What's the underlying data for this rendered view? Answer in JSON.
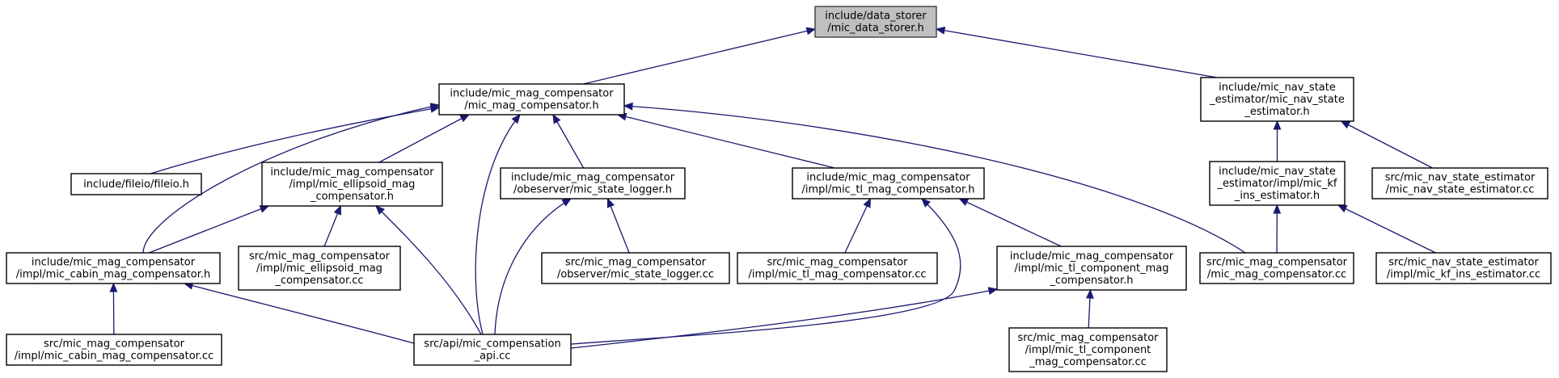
{
  "graph": {
    "nodes": [
      {
        "id": "data_storer_h",
        "lines": [
          "include/data_storer",
          "/mic_data_storer.h"
        ],
        "root": true
      },
      {
        "id": "mag_comp_h",
        "lines": [
          "include/mic_mag_compensator",
          "/mic_mag_compensator.h"
        ]
      },
      {
        "id": "nav_est_h",
        "lines": [
          "include/mic_nav_state",
          "_estimator/mic_nav_state",
          "_estimator.h"
        ]
      },
      {
        "id": "fileio_h",
        "lines": [
          "include/fileio/fileio.h"
        ]
      },
      {
        "id": "ellipsoid_h",
        "lines": [
          "include/mic_mag_compensator",
          "/impl/mic_ellipsoid_mag",
          "_compensator.h"
        ]
      },
      {
        "id": "state_logger_h",
        "lines": [
          "include/mic_mag_compensator",
          "/obeserver/mic_state_logger.h"
        ]
      },
      {
        "id": "tl_mag_h",
        "lines": [
          "include/mic_mag_compensator",
          "/impl/mic_tl_mag_compensator.h"
        ]
      },
      {
        "id": "kf_ins_h",
        "lines": [
          "include/mic_nav_state",
          "_estimator/impl/mic_kf",
          "_ins_estimator.h"
        ]
      },
      {
        "id": "nav_est_cc",
        "lines": [
          "src/mic_nav_state_estimator",
          "/mic_nav_state_estimator.cc"
        ]
      },
      {
        "id": "cabin_h",
        "lines": [
          "include/mic_mag_compensator",
          "/impl/mic_cabin_mag_compensator.h"
        ]
      },
      {
        "id": "ellipsoid_cc",
        "lines": [
          "src/mic_mag_compensator",
          "/impl/mic_ellipsoid_mag",
          "_compensator.cc"
        ]
      },
      {
        "id": "state_logger_cc",
        "lines": [
          "src/mic_mag_compensator",
          "/observer/mic_state_logger.cc"
        ]
      },
      {
        "id": "tl_mag_cc",
        "lines": [
          "src/mic_mag_compensator",
          "/impl/mic_tl_mag_compensator.cc"
        ]
      },
      {
        "id": "tl_comp_h",
        "lines": [
          "include/mic_mag_compensator",
          "/impl/mic_tl_component_mag",
          "_compensator.h"
        ]
      },
      {
        "id": "mag_comp_cc",
        "lines": [
          "src/mic_mag_compensator",
          "/mic_mag_compensator.cc"
        ]
      },
      {
        "id": "kf_ins_cc",
        "lines": [
          "src/mic_nav_state_estimator",
          "/impl/mic_kf_ins_estimator.cc"
        ]
      },
      {
        "id": "cabin_cc",
        "lines": [
          "src/mic_mag_compensator",
          "/impl/mic_cabin_mag_compensator.cc"
        ]
      },
      {
        "id": "api_cc",
        "lines": [
          "src/api/mic_compensation",
          "_api.cc"
        ]
      },
      {
        "id": "tl_comp_cc",
        "lines": [
          "src/mic_mag_compensator",
          "/impl/mic_tl_component",
          "_mag_compensator.cc"
        ]
      }
    ],
    "edges": [
      {
        "from": "mag_comp_h",
        "to": "data_storer_h"
      },
      {
        "from": "nav_est_h",
        "to": "data_storer_h"
      },
      {
        "from": "fileio_h",
        "to": "mag_comp_h"
      },
      {
        "from": "cabin_h",
        "to": "mag_comp_h"
      },
      {
        "from": "ellipsoid_h",
        "to": "mag_comp_h"
      },
      {
        "from": "api_cc",
        "to": "mag_comp_h"
      },
      {
        "from": "state_logger_h",
        "to": "mag_comp_h"
      },
      {
        "from": "tl_mag_h",
        "to": "mag_comp_h"
      },
      {
        "from": "mag_comp_cc",
        "to": "mag_comp_h"
      },
      {
        "from": "kf_ins_h",
        "to": "nav_est_h"
      },
      {
        "from": "nav_est_cc",
        "to": "nav_est_h"
      },
      {
        "from": "cabin_h",
        "to": "ellipsoid_h"
      },
      {
        "from": "ellipsoid_cc",
        "to": "ellipsoid_h"
      },
      {
        "from": "api_cc",
        "to": "ellipsoid_h"
      },
      {
        "from": "api_cc",
        "to": "state_logger_h"
      },
      {
        "from": "state_logger_cc",
        "to": "state_logger_h"
      },
      {
        "from": "tl_mag_cc",
        "to": "tl_mag_h"
      },
      {
        "from": "tl_comp_h",
        "to": "tl_mag_h"
      },
      {
        "from": "api_cc",
        "to": "tl_mag_h"
      },
      {
        "from": "mag_comp_cc",
        "to": "kf_ins_h"
      },
      {
        "from": "kf_ins_cc",
        "to": "kf_ins_h"
      },
      {
        "from": "cabin_cc",
        "to": "cabin_h"
      },
      {
        "from": "api_cc",
        "to": "cabin_h"
      },
      {
        "from": "api_cc",
        "to": "tl_comp_h"
      },
      {
        "from": "tl_comp_cc",
        "to": "tl_comp_h"
      }
    ]
  }
}
